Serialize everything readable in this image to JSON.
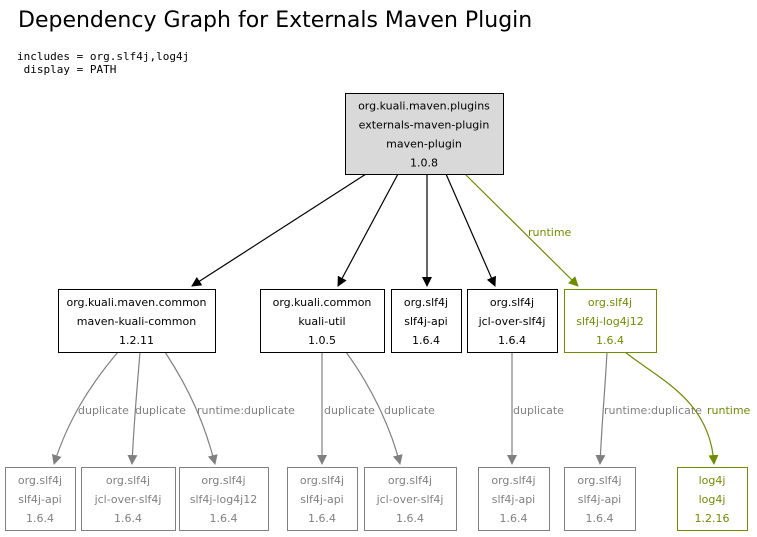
{
  "title": "Dependency Graph for Externals Maven Plugin",
  "config": {
    "line1": "includes = org.slf4j,log4j",
    "line2": " display = PATH"
  },
  "colors": {
    "root_fill": "#d9d9d9",
    "normal": "#000000",
    "runtime": "#6f8c00",
    "duplicate": "#808080"
  },
  "nodes": [
    {
      "id": "root",
      "lines": [
        "org.kuali.maven.plugins",
        "externals-maven-plugin",
        "maven-plugin",
        "1.0.8"
      ],
      "style": "root"
    },
    {
      "id": "maven-kuali-common",
      "lines": [
        "org.kuali.maven.common",
        "maven-kuali-common",
        "1.2.11"
      ],
      "style": "normal"
    },
    {
      "id": "kuali-util",
      "lines": [
        "org.kuali.common",
        "kuali-util",
        "1.0.5"
      ],
      "style": "normal"
    },
    {
      "id": "slf4j-api",
      "lines": [
        "org.slf4j",
        "slf4j-api",
        "1.6.4"
      ],
      "style": "normal"
    },
    {
      "id": "jcl-over-slf4j",
      "lines": [
        "org.slf4j",
        "jcl-over-slf4j",
        "1.6.4"
      ],
      "style": "normal"
    },
    {
      "id": "slf4j-log4j12",
      "lines": [
        "org.slf4j",
        "slf4j-log4j12",
        "1.6.4"
      ],
      "style": "runtime"
    },
    {
      "id": "dup-mkc-api",
      "lines": [
        "org.slf4j",
        "slf4j-api",
        "1.6.4"
      ],
      "style": "duplicate"
    },
    {
      "id": "dup-mkc-jcl",
      "lines": [
        "org.slf4j",
        "jcl-over-slf4j",
        "1.6.4"
      ],
      "style": "duplicate"
    },
    {
      "id": "dup-mkc-log4j12",
      "lines": [
        "org.slf4j",
        "slf4j-log4j12",
        "1.6.4"
      ],
      "style": "duplicate"
    },
    {
      "id": "dup-ku-api",
      "lines": [
        "org.slf4j",
        "slf4j-api",
        "1.6.4"
      ],
      "style": "duplicate"
    },
    {
      "id": "dup-ku-jcl",
      "lines": [
        "org.slf4j",
        "jcl-over-slf4j",
        "1.6.4"
      ],
      "style": "duplicate"
    },
    {
      "id": "dup-jcl-api",
      "lines": [
        "org.slf4j",
        "slf4j-api",
        "1.6.4"
      ],
      "style": "duplicate"
    },
    {
      "id": "dup-l4j-api",
      "lines": [
        "org.slf4j",
        "slf4j-api",
        "1.6.4"
      ],
      "style": "duplicate"
    },
    {
      "id": "log4j",
      "lines": [
        "log4j",
        "log4j",
        "1.2.16"
      ],
      "style": "runtime"
    }
  ],
  "edges": [
    {
      "from": "root",
      "to": "maven-kuali-common",
      "label": "",
      "style": "normal"
    },
    {
      "from": "root",
      "to": "kuali-util",
      "label": "",
      "style": "normal"
    },
    {
      "from": "root",
      "to": "slf4j-api",
      "label": "",
      "style": "normal"
    },
    {
      "from": "root",
      "to": "jcl-over-slf4j",
      "label": "",
      "style": "normal"
    },
    {
      "from": "root",
      "to": "slf4j-log4j12",
      "label": "runtime",
      "style": "runtime"
    },
    {
      "from": "maven-kuali-common",
      "to": "dup-mkc-api",
      "label": "duplicate",
      "style": "duplicate"
    },
    {
      "from": "maven-kuali-common",
      "to": "dup-mkc-jcl",
      "label": "duplicate",
      "style": "duplicate"
    },
    {
      "from": "maven-kuali-common",
      "to": "dup-mkc-log4j12",
      "label": "runtime:duplicate",
      "style": "duplicate"
    },
    {
      "from": "kuali-util",
      "to": "dup-ku-api",
      "label": "duplicate",
      "style": "duplicate"
    },
    {
      "from": "kuali-util",
      "to": "dup-ku-jcl",
      "label": "duplicate",
      "style": "duplicate"
    },
    {
      "from": "jcl-over-slf4j",
      "to": "dup-jcl-api",
      "label": "duplicate",
      "style": "duplicate"
    },
    {
      "from": "slf4j-log4j12",
      "to": "dup-l4j-api",
      "label": "runtime:duplicate",
      "style": "duplicate"
    },
    {
      "from": "slf4j-log4j12",
      "to": "log4j",
      "label": "runtime",
      "style": "runtime"
    }
  ]
}
